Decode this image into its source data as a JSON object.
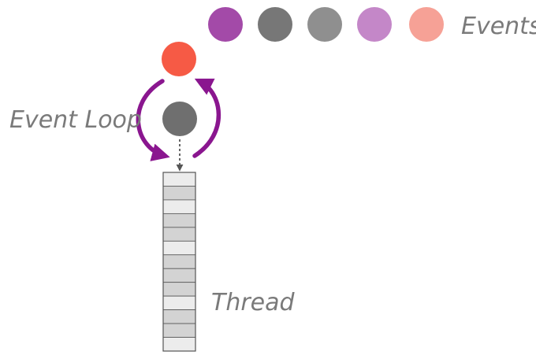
{
  "labels": {
    "events": "Events",
    "event_loop": "Event Loop",
    "thread": "Thread"
  },
  "colors": {
    "event_colors": [
      "#a34aa8",
      "#777777",
      "#8f8f8f",
      "#c487c8",
      "#f6a196"
    ],
    "current_event": "#f65a45",
    "processing_event": "#6f6f6f",
    "loop_arrows": "#8a168f",
    "label_text": "#7a7a7a",
    "thread_light": "#ececec",
    "thread_dark": "#d3d3d3",
    "thread_border": "#555555"
  },
  "thread_segments": [
    "light",
    "dark",
    "light",
    "dark",
    "dark",
    "light",
    "dark",
    "dark",
    "dark",
    "light",
    "dark",
    "dark",
    "light"
  ],
  "icons": {
    "event": "circle",
    "loop": "curved-arrows",
    "handoff": "dashed-down-arrow"
  }
}
